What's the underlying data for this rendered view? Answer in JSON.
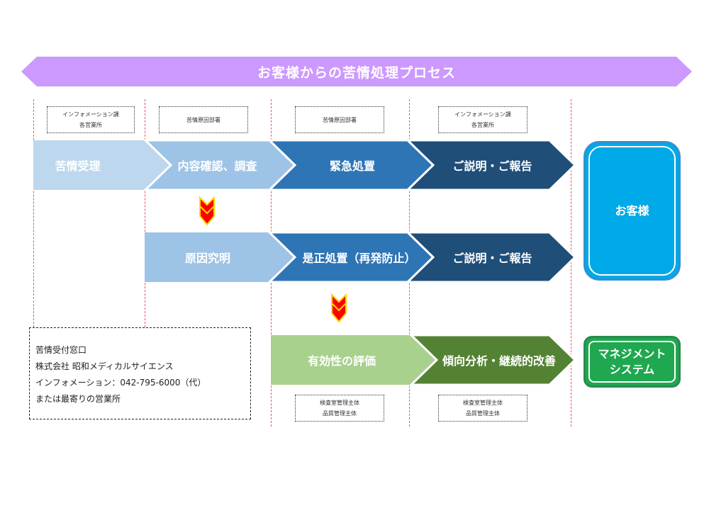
{
  "title": "お客様からの苦情処理プロセス",
  "departments_top": [
    {
      "lines": [
        "インフォメーション課",
        "各営業所"
      ]
    },
    {
      "lines": [
        "苦情原因部署"
      ]
    },
    {
      "lines": [
        "苦情原因部署"
      ]
    },
    {
      "lines": [
        "インフォメーション課",
        "各営業所"
      ]
    }
  ],
  "row1": [
    {
      "label": "苦情受理",
      "color": "#bdd7ee"
    },
    {
      "label": "内容確認、調査",
      "color": "#9dc3e6"
    },
    {
      "label": "緊急処置",
      "color": "#2e75b6"
    },
    {
      "label": "ご説明・ご報告",
      "color": "#1f4e79"
    }
  ],
  "row2": [
    {
      "label": "原因究明",
      "color": "#9dc3e6"
    },
    {
      "label": "是正処置（再発防止）",
      "color": "#2e75b6"
    },
    {
      "label": "ご説明・ご報告",
      "color": "#1f4e79"
    }
  ],
  "row3": [
    {
      "label": "有効性の評価",
      "color": "#a9d18e"
    },
    {
      "label": "傾向分析・継続的改善",
      "color": "#548235"
    }
  ],
  "departments_bottom": [
    {
      "lines": [
        "検査室管理主体",
        "品質管理主体"
      ]
    },
    {
      "lines": [
        "検査室管理主体",
        "品質管理主体"
      ]
    }
  ],
  "customer_box": {
    "label": "お客様",
    "color": "#00a9e8"
  },
  "management_box": {
    "lines": [
      "マネジメント",
      "システム"
    ],
    "color": "#1fa84f"
  },
  "contact": {
    "lines": [
      "苦情受付窓口",
      "株式会社 昭和メディカルサイエンス",
      "インフォメーション：042-795-6000（代）",
      "または最寄りの営業所"
    ]
  },
  "colors": {
    "banner": "#cc99ff",
    "guide_line": "#e05a6a",
    "down_arrow_fill": "#ff0000",
    "down_arrow_outline": "#ffd700"
  },
  "icons": {
    "down_arrow": "double-chevron-down-icon"
  }
}
